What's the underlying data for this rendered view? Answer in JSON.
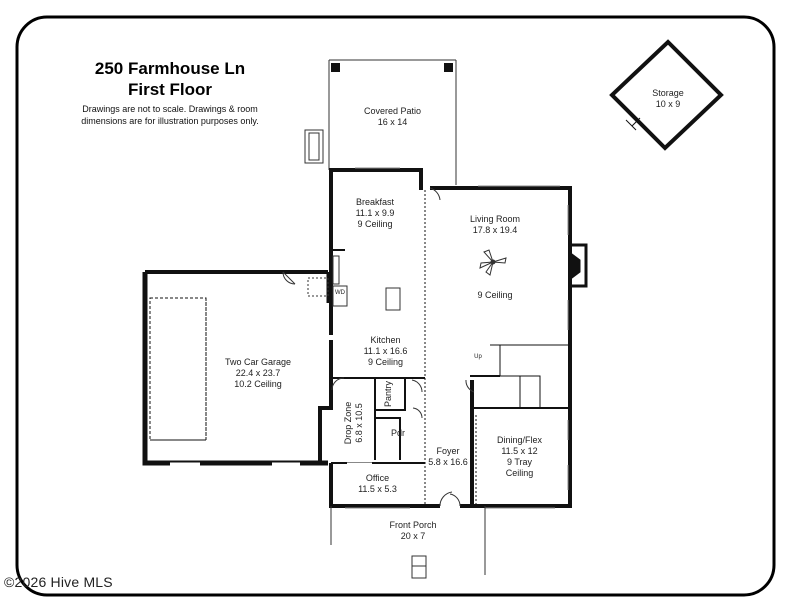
{
  "header": {
    "address": "250 Farmhouse Ln",
    "floor": "First Floor",
    "disclaimer_line1": "Drawings are not to scale. Drawings & room",
    "disclaimer_line2": "dimensions are for illustration purposes only."
  },
  "rooms": {
    "covered_patio": {
      "name": "Covered Patio",
      "dims": "16 x 14"
    },
    "storage": {
      "name": "Storage",
      "dims": "10 x 9"
    },
    "breakfast": {
      "name": "Breakfast",
      "dims": "11.1 x 9.9",
      "ceiling": "9 Ceiling"
    },
    "living_room": {
      "name": "Living Room",
      "dims": "17.8 x 19.4",
      "ceiling": "9 Ceiling"
    },
    "garage": {
      "name": "Two Car Garage",
      "dims": "22.4 x 23.7",
      "ceiling": "10.2 Ceiling"
    },
    "kitchen": {
      "name": "Kitchen",
      "dims": "11.1 x 16.6",
      "ceiling": "9 Ceiling"
    },
    "drop_zone": {
      "name": "Drop Zone",
      "dims": "6.8 x 10.5"
    },
    "pantry": {
      "name": "Pantry"
    },
    "powder": {
      "name": "Pdr"
    },
    "foyer": {
      "name": "Foyer",
      "dims": "5.8 x 16.6"
    },
    "dining": {
      "name": "Dining/Flex",
      "dims": "11.5 x 12",
      "ceiling": "9 Tray",
      "ceiling2": "Ceiling"
    },
    "office": {
      "name": "Office",
      "dims": "11.5 x 5.3"
    },
    "front_porch": {
      "name": "Front Porch",
      "dims": "20 x 7"
    }
  },
  "fixtures": {
    "wd_label": "WD",
    "up_label": "Up"
  },
  "footer": {
    "copyright": "©2026 Hive MLS"
  },
  "colors": {
    "wall": "#111111",
    "frame": "#000000",
    "background": "#ffffff"
  }
}
